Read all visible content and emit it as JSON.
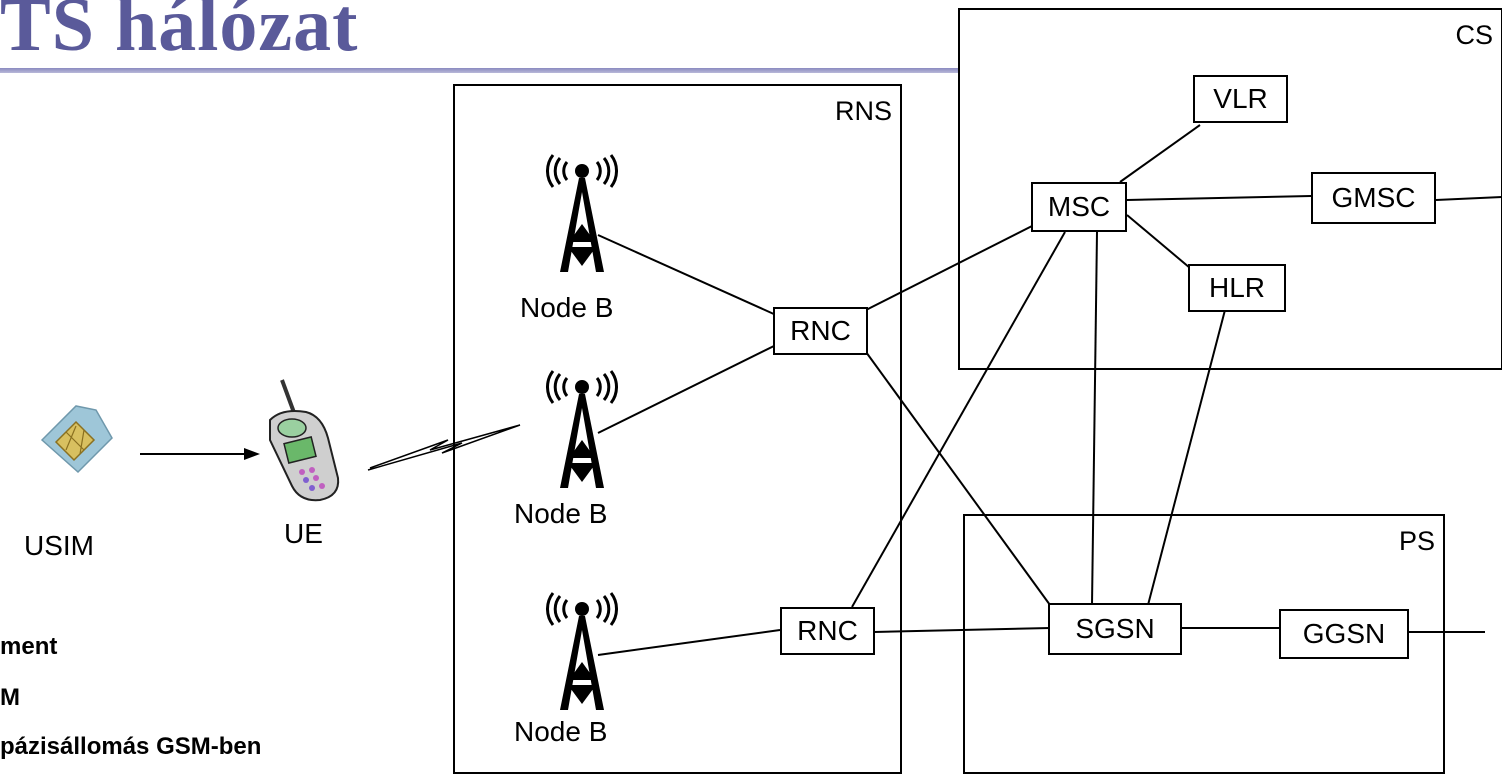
{
  "slide": {
    "title": "TS hálózat"
  },
  "regions": {
    "rns": "RNS",
    "cs": "CS",
    "ps": "PS"
  },
  "nodes": {
    "vlr": "VLR",
    "msc": "MSC",
    "gmsc": "GMSC",
    "hlr": "HLR",
    "rnc_top": "RNC",
    "rnc_bottom": "RNC",
    "sgsn": "SGSN",
    "ggsn": "GGSN"
  },
  "node_b_labels": [
    "Node B",
    "Node B",
    "Node B"
  ],
  "devices": {
    "usim": "USIM",
    "ue": "UE"
  },
  "notes": [
    "ment",
    "M",
    "pázisállomás GSM-ben"
  ],
  "colors": {
    "title": "#5a5a9a",
    "title_rule": "#9a9ac8",
    "line": "#000000",
    "sim_chip": "#d8c060",
    "sim_card": "#9ec6d8"
  },
  "icons": {
    "tower": "radio-tower-icon",
    "sim": "sim-card-icon",
    "phone": "mobile-phone-icon"
  }
}
